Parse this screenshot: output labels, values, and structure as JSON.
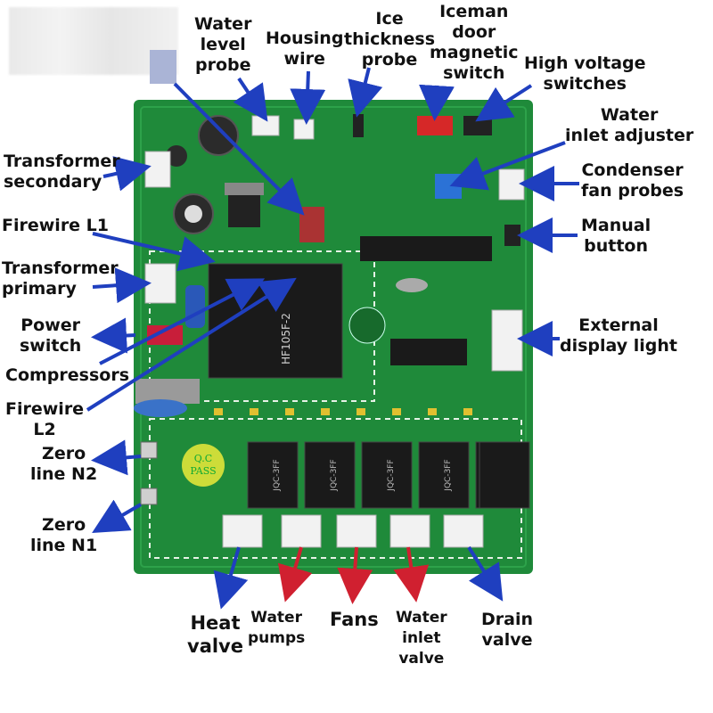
{
  "labels": {
    "water_level_probe": "Water\nlevel\nprobe",
    "housing_wire": "Housing\nwire",
    "ice_thickness_probe": "Ice\nthickness\nprobe",
    "iceman_door_switch": "Iceman\ndoor\nmagnetic\nswitch",
    "high_voltage_switches": "High voltage\nswitches",
    "water_inlet_adjuster": "Water\ninlet adjuster",
    "condenser_fan_probes": "Condenser\nfan probes",
    "manual_button": "Manual\nbutton",
    "external_display_light": "External\ndisplay light",
    "transformer_secondary": "Transformer\nsecondary",
    "firewire_l1": "Firewire L1",
    "transformer_primary": "Transformer\nprimary",
    "power_switch": "Power\nswitch",
    "compressors": "Compressors",
    "firewire_l2": "Firewire\nL2",
    "zero_line_n2": "Zero\nline N2",
    "zero_line_n1": "Zero\nline N1",
    "heat_valve": "Heat\nvalve",
    "water_pumps": "Water\npumps",
    "fans": "Fans",
    "water_inlet_valve": "Water\ninlet\nvalve",
    "drain_valve": "Drain\nvalve"
  },
  "board_text": {
    "qc_stamp": "Q.C\nPASS",
    "relay_big_model": "HF105F-2",
    "relay_small_model": "JQC-3FF"
  },
  "colors": {
    "arrow": "#1f3fbf",
    "arrow_red": "#d02030",
    "pcb": "#1f8a3a",
    "pcb_dark": "#176a2c",
    "relay": "#1a1a1a"
  }
}
